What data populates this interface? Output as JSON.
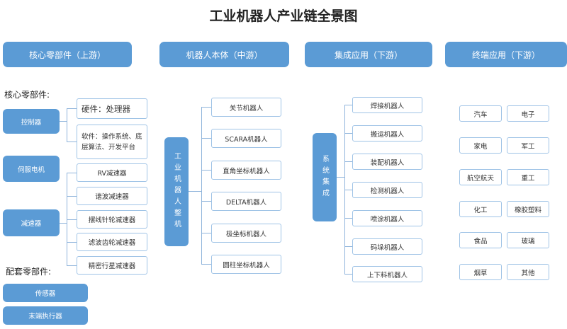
{
  "title": "工业机器人产业链全景图",
  "headers": [
    "核心零部件（上游）",
    "机器人本体（中游）",
    "集成应用（下游）",
    "终端应用（下游）"
  ],
  "core_label": "核心零部件:",
  "support_label": "配套零部件:",
  "core_groups": [
    "控制器",
    "伺服电机",
    "减速器"
  ],
  "controller_items": [
    "硬件：处理器",
    "软件：操作系统、底层算法、开发平台"
  ],
  "reducer_items": [
    "RV减速器",
    "谐波减速器",
    "摆线针轮减速器",
    "滤波齿轮减速器",
    "精密行星减速器"
  ],
  "support_items": [
    "传感器",
    "末端执行器"
  ],
  "robot_body": "工业机器人整机",
  "robot_types": [
    "关节机器人",
    "SCARA机器人",
    "直角坐标机器人",
    "DELTA机器人",
    "极坐标机器人",
    "圆柱坐标机器人"
  ],
  "integration": "系统集成",
  "integration_items": [
    "焊接机器人",
    "搬运机器人",
    "装配机器人",
    "检测机器人",
    "喷涂机器人",
    "码垛机器人",
    "上下料机器人"
  ],
  "terminal_items": [
    "汽车",
    "电子",
    "家电",
    "军工",
    "航空航天",
    "重工",
    "化工",
    "橡胶塑料",
    "食品",
    "玻璃",
    "烟草",
    "其他"
  ]
}
